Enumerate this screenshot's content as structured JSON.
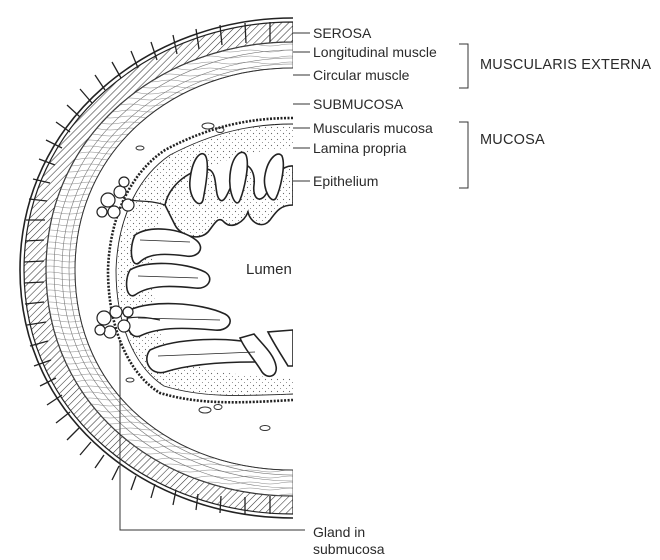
{
  "labels": {
    "serosa": "SEROSA",
    "longitudinal_muscle": "Longitudinal muscle",
    "circular_muscle": "Circular muscle",
    "muscularis_externa": "MUSCULARIS EXTERNA",
    "submucosa": "SUBMUCOSA",
    "muscularis_mucosa": "Muscularis mucosa",
    "lamina_propria": "Lamina propria",
    "mucosa": "MUCOSA",
    "epithelium": "Epithelium",
    "lumen": "Lumen",
    "gland_line1": "Gland in",
    "gland_line2": "submucosa"
  },
  "colors": {
    "ink": "#2a2a2a",
    "background": "#ffffff"
  }
}
